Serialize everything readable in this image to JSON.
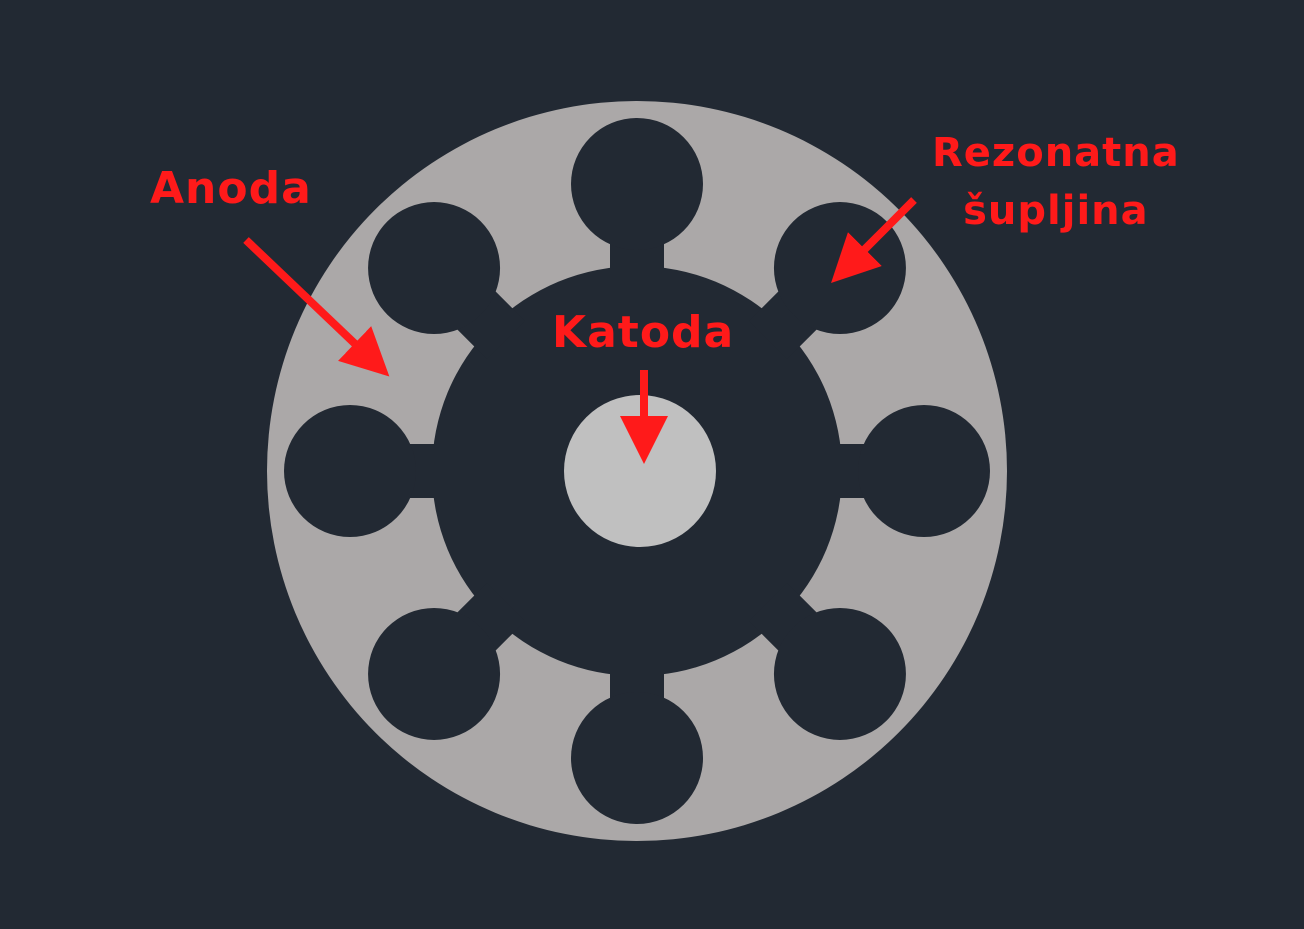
{
  "labels": {
    "anode": "Anoda",
    "cathode": "Katoda",
    "cavity_line1": "Rezonatna",
    "cavity_line2": "šupljina"
  },
  "colors": {
    "background": "#222933",
    "anode_block": "#aba8a8",
    "cathode": "#c0c0c0",
    "annotation": "#ff1a1a"
  }
}
